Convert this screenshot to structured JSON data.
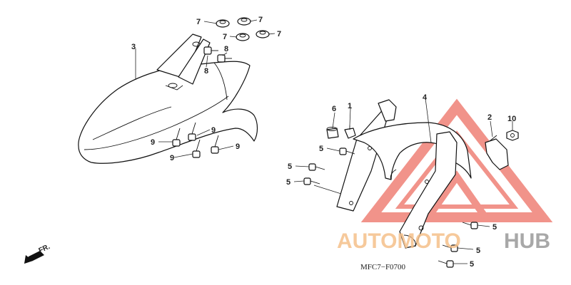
{
  "diagram": {
    "code": "MFC7−F0700",
    "front_arrow": {
      "label": "FR.",
      "icon": "arrow-down-left-icon"
    },
    "callouts": [
      "1",
      "2",
      "3",
      "4",
      "5",
      "6",
      "7",
      "8",
      "9",
      "10"
    ]
  },
  "watermark": {
    "text_part1": "AUTOMOTO",
    "text_part2": "HUB",
    "colors": {
      "triangle": "#e84c3d",
      "text1": "#f5c08a",
      "text2": "#9a9a9a"
    }
  }
}
